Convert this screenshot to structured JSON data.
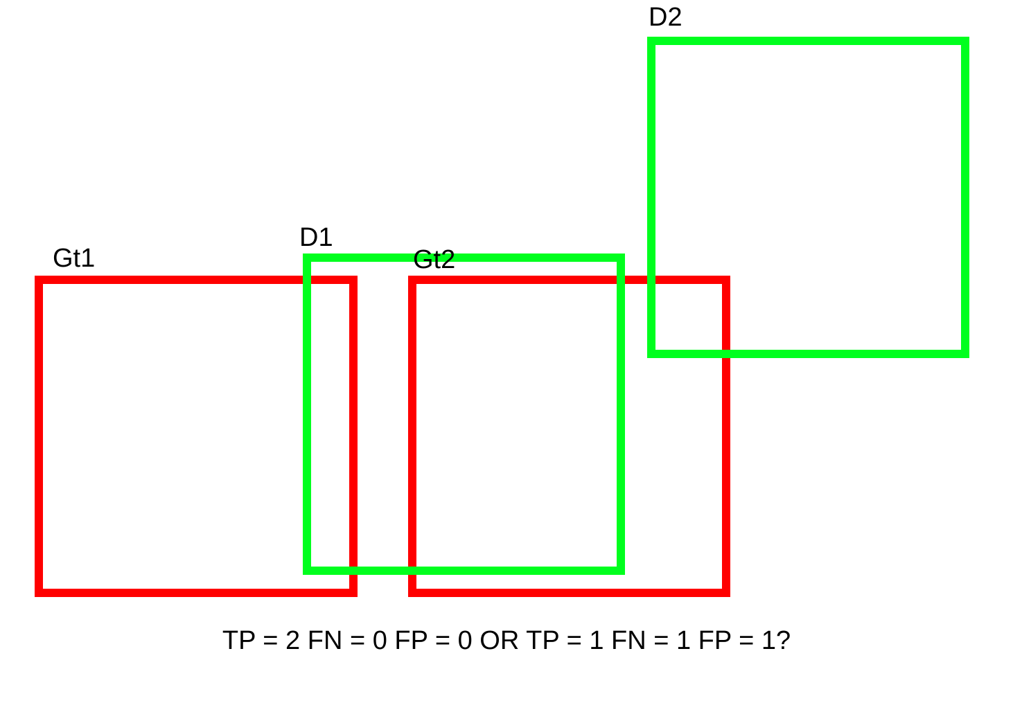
{
  "colors": {
    "ground_truth": "#ff0000",
    "detection": "#00ff1e",
    "text": "#000000",
    "background": "#ffffff"
  },
  "boxes": {
    "gt1": {
      "label": "Gt1",
      "kind": "ground_truth"
    },
    "gt2": {
      "label": "Gt2",
      "kind": "ground_truth"
    },
    "d1": {
      "label": "D1",
      "kind": "detection"
    },
    "d2": {
      "label": "D2",
      "kind": "detection"
    }
  },
  "question": "TP = 2 FN = 0 FP = 0 OR TP = 1 FN = 1 FP = 1?"
}
